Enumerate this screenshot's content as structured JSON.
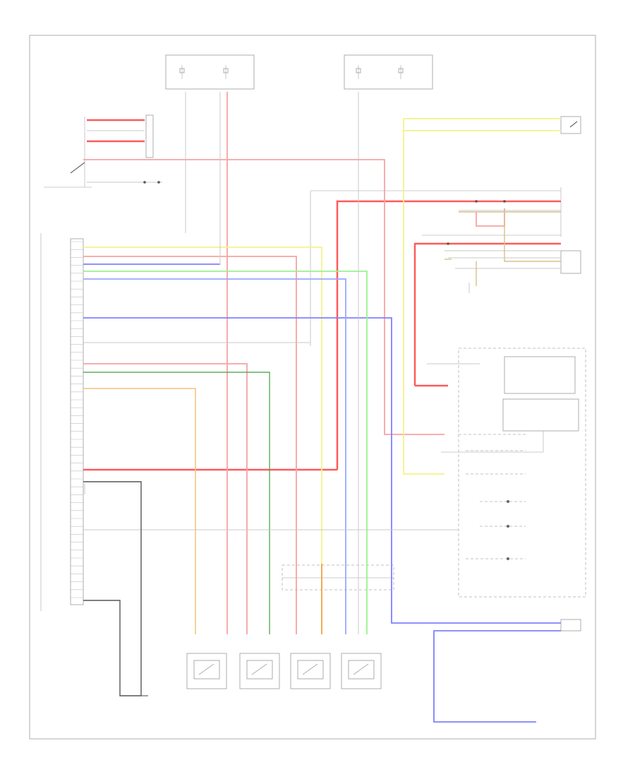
{
  "diagram": {
    "footer_code": "",
    "colors": {
      "red": "#ff5a5a",
      "pink": "#f7a3a3",
      "yellow": "#f5f28a",
      "blue": "#8080ff",
      "green": "#9cf090",
      "orange": "#f7c07f",
      "grey": "#c8c8c8",
      "dark_green": "#3ca03c",
      "dark": "#555555"
    },
    "components": [
      {
        "id": "fuse-box-left"
      },
      {
        "id": "fuse-box-right"
      },
      {
        "id": "abs-module"
      },
      {
        "id": "sensor-lf"
      },
      {
        "id": "sensor-rf"
      },
      {
        "id": "sensor-lr"
      },
      {
        "id": "sensor-rr"
      },
      {
        "id": "data-link-connector"
      },
      {
        "id": "engine-control-module"
      },
      {
        "id": "cruise-control-module"
      }
    ]
  }
}
